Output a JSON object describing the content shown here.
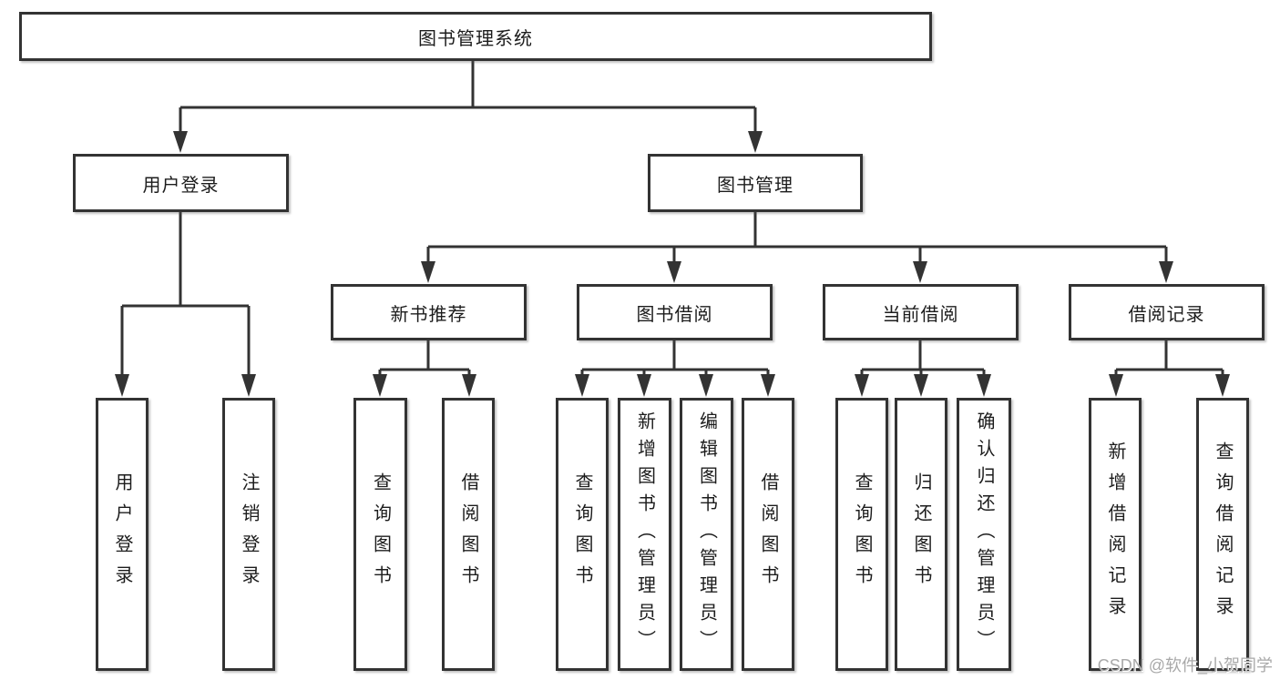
{
  "tree": {
    "root": {
      "label": "图书管理系统"
    },
    "user_branch": {
      "label": "用户登录",
      "children": [
        {
          "label": "用户登录"
        },
        {
          "label": "注销登录"
        }
      ]
    },
    "book_branch": {
      "label": "图书管理",
      "sections": [
        {
          "label": "新书推荐",
          "children": [
            {
              "label": "查询图书"
            },
            {
              "label": "借阅图书"
            }
          ]
        },
        {
          "label": "图书借阅",
          "children": [
            {
              "label": "查询图书"
            },
            {
              "label": "新增图书（管理员）"
            },
            {
              "label": "编辑图书（管理员）"
            },
            {
              "label": "借阅图书"
            }
          ]
        },
        {
          "label": "当前借阅",
          "children": [
            {
              "label": "查询图书"
            },
            {
              "label": "归还图书"
            },
            {
              "label": "确认归还（管理员）"
            }
          ]
        },
        {
          "label": "借阅记录",
          "children": [
            {
              "label": "新增借阅记录"
            },
            {
              "label": "查询借阅记录"
            }
          ]
        }
      ]
    }
  },
  "watermark": "CSDN @软件_小贺同学",
  "colors": {
    "line": "#333333",
    "box_border": "#333333",
    "text": "#1c1c1c",
    "watermark": "#a9a9a9",
    "background": "#ffffff"
  }
}
